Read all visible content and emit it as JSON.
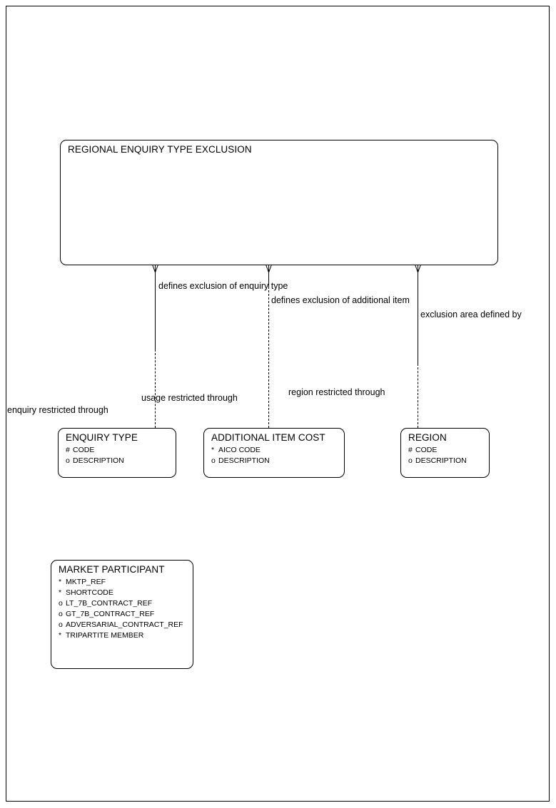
{
  "diagram": {
    "type": "entity-relationship-diagram",
    "title_entity": "REGIONAL ENQUIRY TYPE EXCLUSION",
    "entities": [
      {
        "id": "regional-enquiry-type-exclusion",
        "name": "REGIONAL ENQUIRY TYPE EXCLUSION",
        "attributes": []
      },
      {
        "id": "enquiry-type",
        "name": "ENQUIRY TYPE",
        "attributes": [
          {
            "marker": "#",
            "name": "CODE"
          },
          {
            "marker": "o",
            "name": "DESCRIPTION"
          }
        ]
      },
      {
        "id": "additional-item-cost",
        "name": "ADDITIONAL ITEM COST",
        "attributes": [
          {
            "marker": "*",
            "name": "AICO CODE"
          },
          {
            "marker": "o",
            "name": "DESCRIPTION"
          }
        ]
      },
      {
        "id": "region",
        "name": "REGION",
        "attributes": [
          {
            "marker": "#",
            "name": "CODE"
          },
          {
            "marker": "o",
            "name": "DESCRIPTION"
          }
        ]
      },
      {
        "id": "market-participant",
        "name": "MARKET PARTICIPANT",
        "attributes": [
          {
            "marker": "*",
            "name": "MKTP_REF"
          },
          {
            "marker": "*",
            "name": "SHORTCODE"
          },
          {
            "marker": "o",
            "name": "LT_7B_CONTRACT_REF"
          },
          {
            "marker": "o",
            "name": "GT_7B_CONTRACT_REF"
          },
          {
            "marker": "o",
            "name": "ADVERSARIAL_CONTRACT_REF"
          },
          {
            "marker": "*",
            "name": "TRIPARTITE MEMBER"
          }
        ]
      }
    ],
    "relationships": [
      {
        "id": "enquiry-type-relationship",
        "from": "regional-enquiry-type-exclusion",
        "to": "enquiry-type",
        "label_top": "defines exclusion of enquiry type",
        "label_bottom": "enquiry restricted through"
      },
      {
        "id": "additional-item-relationship",
        "from": "regional-enquiry-type-exclusion",
        "to": "additional-item-cost",
        "label_top": "defines exclusion of additional item",
        "label_bottom": "usage restricted through"
      },
      {
        "id": "region-relationship",
        "from": "regional-enquiry-type-exclusion",
        "to": "region",
        "label_top": "exclusion area defined by",
        "label_bottom": "region restricted through"
      }
    ],
    "colors": {
      "line": "#000000",
      "background": "#ffffff",
      "text": "#000000"
    }
  }
}
